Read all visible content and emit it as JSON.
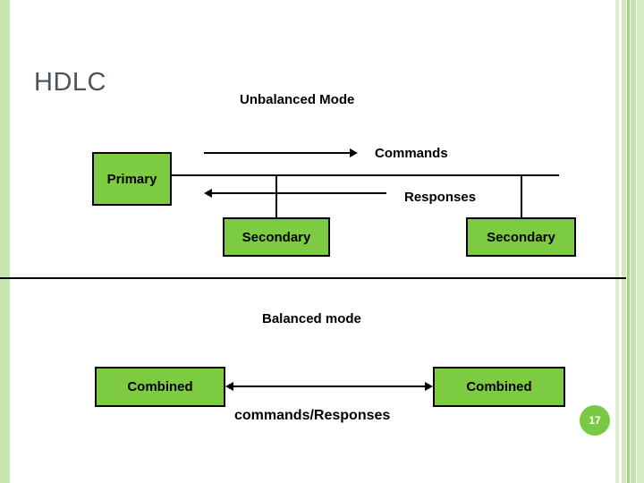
{
  "slide": {
    "title": "HDLC",
    "page_number": "17",
    "accent_green": "#7ccb41",
    "title_color": "#4c535c",
    "badge_green": "#79c943",
    "stripe_green": "#c6e6b0"
  },
  "unbalanced": {
    "heading": "Unbalanced Mode",
    "primary_label": "Primary",
    "commands_label": "Commands",
    "responses_label": "Responses",
    "secondary_left_label": "Secondary",
    "secondary_right_label": "Secondary"
  },
  "balanced": {
    "heading": "Balanced mode",
    "combined_left_label": "Combined",
    "combined_right_label": "Combined",
    "link_label": "commands/Responses"
  }
}
